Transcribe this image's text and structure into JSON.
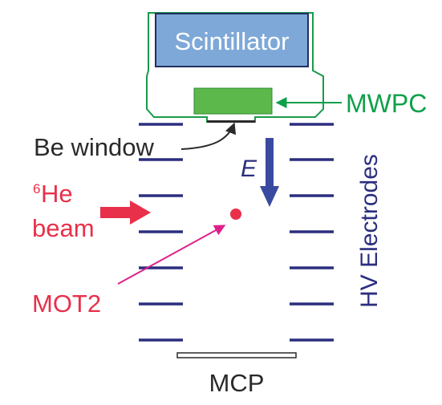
{
  "labels": {
    "scintillator": "Scintillator",
    "mwpc": "MWPC",
    "be_window": "Be window",
    "field": "E",
    "he_super": "6",
    "he_main": "He",
    "beam": "beam",
    "mot2": "MOT2",
    "hv_electrodes": "HV Electrodes",
    "mcp": "MCP"
  },
  "colors": {
    "scintillator_fill": "#7ea8d8",
    "scintillator_border": "#23305e",
    "housing": "#1a9a4a",
    "mwpc_fill": "#5cb84a",
    "mwpc_text": "#10a04a",
    "electrode": "#2b2e7e",
    "field_arrow": "#3a4aa0",
    "beam_red": "#e8304a",
    "mot_pink": "#e0208a",
    "text_black": "#2a2a2a"
  }
}
